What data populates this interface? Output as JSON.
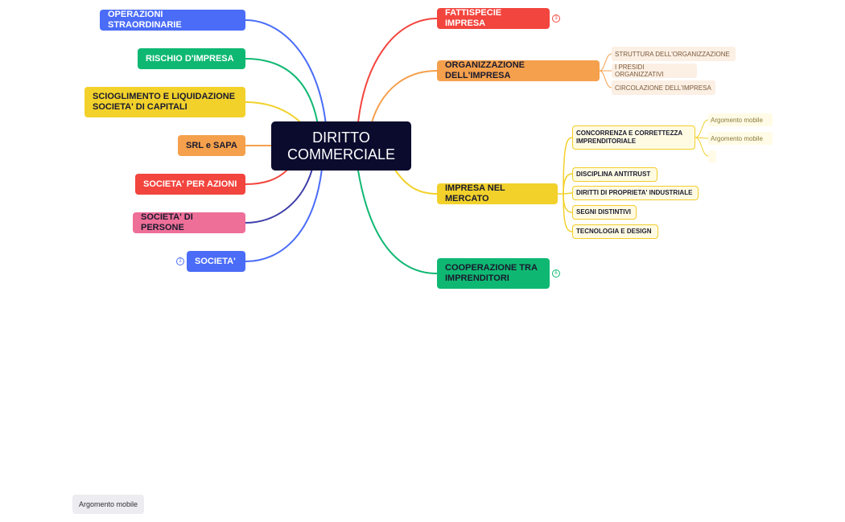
{
  "central": {
    "line1": "DIRITTO",
    "line2": "COMMERCIALE"
  },
  "left_topics": {
    "operazioni": "OPERAZIONI STRAORDINARIE",
    "rischio": "RISCHIO D'IMPRESA",
    "scioglimento_1": "SCIOGLIMENTO E LIQUIDAZIONE",
    "scioglimento_2": "SOCIETA' DI CAPITALI",
    "srl": "SRL e SAPA",
    "spa": "SOCIETA' PER AZIONI",
    "persone": "SOCIETA' DI PERSONE",
    "societa": "SOCIETA'",
    "societa_badge": "2"
  },
  "right_topics": {
    "fattispecie": "FATTISPECIE IMPRESA",
    "fattispecie_badge": "3",
    "organizzazione": "ORGANIZZAZIONE DELL'IMPRESA",
    "mercato": "IMPRESA NEL MERCATO",
    "cooperazione_1": "COOPERAZIONE TRA",
    "cooperazione_2": "IMPRENDITORI",
    "cooperazione_badge": "6"
  },
  "organizzazione_children": [
    "STRUTTURA DELL'ORGANIZZAZIONE",
    "I PRESIDI ORGANIZZATIVI",
    "CIRCOLAZIONE DELL'IMPRESA"
  ],
  "mercato_children": {
    "concorrenza_1": "CONCORRENZA E CORRETTEZZA",
    "concorrenza_2": "IMPRENDITORIALE",
    "antitrust": "DISCIPLINA ANTITRUST",
    "proprieta": "DIRITTI DI PROPRIETA' INDUSTRIALE",
    "segni": "SEGNI DISTINTIVI",
    "tecnologia": "TECNOLOGIA E DESIGN"
  },
  "concorrenza_children": [
    "Argomento mobile",
    "Argomento mobile",
    ""
  ],
  "floating_topic": "Argomento mobile",
  "colors": {
    "central": "#0b0b2e",
    "blue": "#4a6cf7",
    "green": "#0fb872",
    "yellow": "#f2d12b",
    "orange": "#f5a04c",
    "red": "#f2453e",
    "pink": "#ee6f98",
    "indigo": "#3d3ea8"
  }
}
